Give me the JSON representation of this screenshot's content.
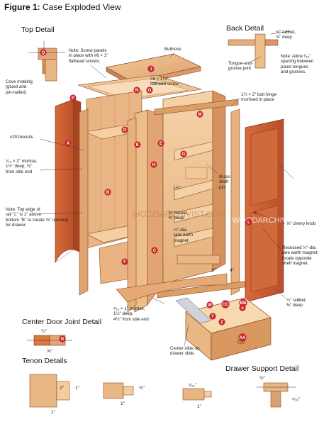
{
  "figure": {
    "label": "Figure 1:",
    "title": "Case Exploded View"
  },
  "sections": {
    "top_detail": "Top Detail",
    "back_detail": "Back Detail",
    "center_door_joint": "Center Door Joint Detail",
    "tenon_details": "Tenon Details",
    "drawer_support": "Drawer Support Detail"
  },
  "notes": {
    "screw_panels": "Note: Screw panels\nin place with #6 × 1\"\nflathead screws.",
    "bullnose": "Bullnose",
    "flathead_screw": "#8 × 1¼\"\nflathead screw",
    "cove_molding": "Cove molding\n(glued and\npin-nailed)",
    "biscuits": "#20 biscuits",
    "mortise_stile": "⁵⁄₁₆ × 2\" mortise,\n1½\" deep, ⅛\"\nfrom stile end",
    "top_edge": "Note: Top edge of\nrail \"L\" is 1\" above\nbottom \"B\" to create ⅝\" opening\nfor drawer.",
    "rabbet_back": "⅛\" rabbet,\n⅛\" deep",
    "tongue_groove": "Tongue-and-\ngroove joint",
    "allow_spacing": "Note: Allow ¹⁄₁₆\"\nspacing between\npanel tongues\nand grooves.",
    "butt_hinge": "1½ × 2\" butt hinge\nmortised in place",
    "brass_pin": "Brass\nshelf\npin",
    "recess_deep": "⅞\" recess,\n⅛\" deep",
    "magnet_left": "½\"-dia.\nrare-earth\nmagnet",
    "cherry_knob": "⅞\" cherry knob",
    "recessed_magnet": "Recessed ½\"-dia.\nrare earth magnet;\nlocate opposite\nshelf magnet.",
    "rabbet_door": "¼\" rabbet,\n⅜\" deep",
    "mortise_bottom": "⁵⁄₁₆ × 1\" mortise,\n1½\" deep,\n4½\" from stile end",
    "center_slide": "Center slide on\ndrawer slide.",
    "watermark": "WOODARCHIVIST.COM"
  },
  "dims": {
    "d_13_4": "1¾\"",
    "d_3": "3\"",
    "d_4": "4\"",
    "d_1_4": "¼\"",
    "d_5_8": "⅝\"",
    "d_2": "2\"",
    "d_1a": "1\"",
    "d_1b": "1\"",
    "d_1_2": "½\"",
    "d_1c": "1\"",
    "d_5_16": "⁵⁄₁₆\"",
    "d_1d": "1\"",
    "d_1_2b": "½\"",
    "d_5_16b": "⁵⁄₁₆\""
  },
  "colors": {
    "wood_light": "#e9b784",
    "wood_mid": "#d4895a",
    "wood_dark": "#b8602f",
    "cherry": "#c4572b",
    "badge": "#c8262c",
    "line": "#333333"
  },
  "badges": [
    "J",
    "K",
    "P",
    "Q",
    "N",
    "O",
    "M",
    "A",
    "D",
    "G",
    "B",
    "E",
    "L",
    "H",
    "C",
    "F",
    "R",
    "W",
    "X",
    "Y",
    "Z",
    "AA",
    "BB",
    "CC"
  ]
}
